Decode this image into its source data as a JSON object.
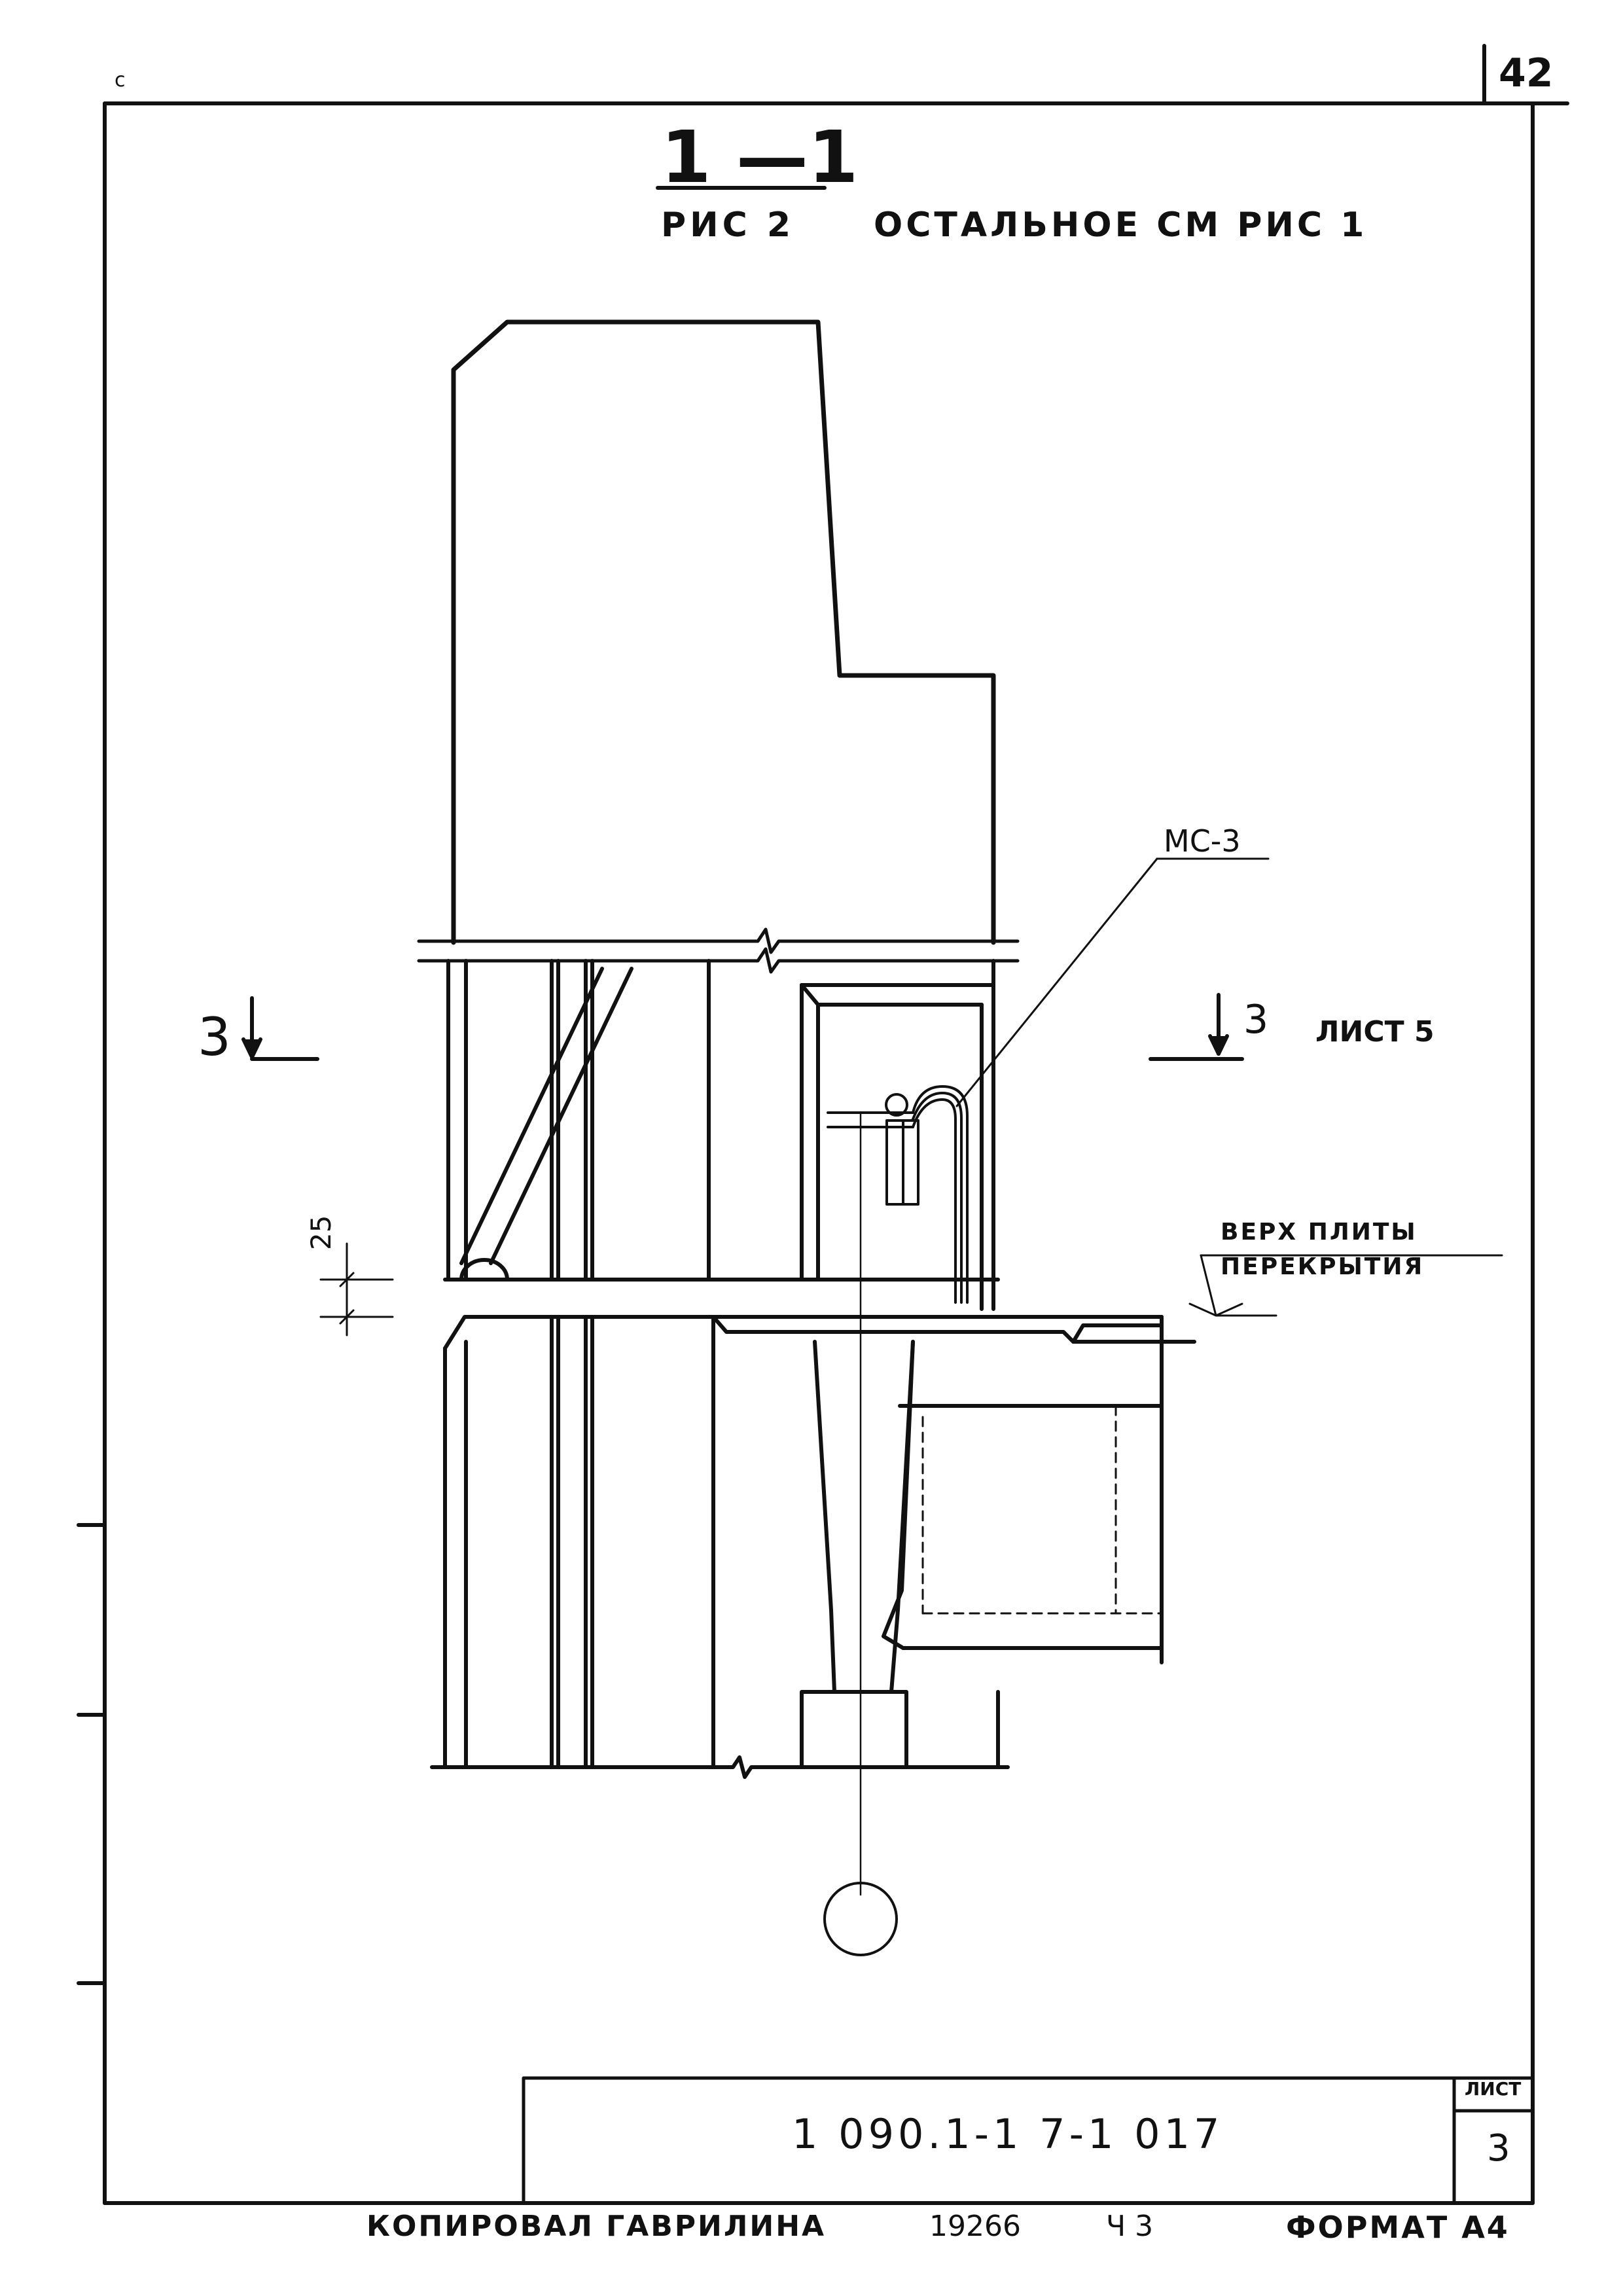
{
  "sheet_corner": {
    "page_number": "42",
    "corner_mark": "c"
  },
  "section": {
    "title": "1 —1",
    "subtitle": "РИС 2",
    "reference": "ОСТАЛЬНОЕ  СМ  РИС 1"
  },
  "section_marks": {
    "left": "3",
    "right": "3",
    "sheet_ref": "ЛИСТ 5"
  },
  "callouts": {
    "part": "МС-3",
    "level_note_line1": "ВЕРХ  ПЛИТЫ",
    "level_note_line2": "ПЕРЕКРЫТИЯ"
  },
  "dimensions": {
    "gap": "25"
  },
  "title_block": {
    "document_code": "1 090.1-1   7-1  017",
    "sheet_label": "ЛИСТ",
    "sheet_number": "3"
  },
  "footer": {
    "copied_by": "КОПИРОВАЛ  ГАВРИЛИНА",
    "order_number": "19266",
    "issue": "Ч 3",
    "format": "ФОРМАТ А4"
  }
}
